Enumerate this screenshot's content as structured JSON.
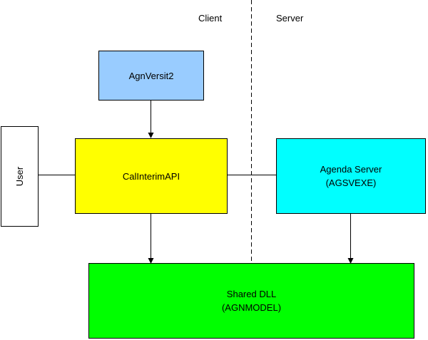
{
  "regions": {
    "client": "Client",
    "server": "Server"
  },
  "nodes": {
    "agnversit": {
      "label": "AgnVersit2",
      "color": "#99ccff"
    },
    "callinterim": {
      "label": "CalInterimAPI",
      "color": "#ffff00"
    },
    "agenda_server": {
      "line1": "Agenda Server",
      "line2": "(AGSVEXE)",
      "color": "#00ffff"
    },
    "shared_dll": {
      "line1": "Shared DLL",
      "line2": "(AGNMODEL)",
      "color": "#00ff00"
    },
    "user": {
      "label": "User",
      "color": "#ffffff"
    }
  },
  "edges": [
    {
      "from": "agnversit",
      "to": "callinterim",
      "arrow": true
    },
    {
      "from": "user",
      "to": "callinterim",
      "arrow": false
    },
    {
      "from": "callinterim",
      "to": "agenda_server",
      "arrow": false
    },
    {
      "from": "callinterim",
      "to": "shared_dll",
      "arrow": true
    },
    {
      "from": "agenda_server",
      "to": "shared_dll",
      "arrow": true
    }
  ]
}
